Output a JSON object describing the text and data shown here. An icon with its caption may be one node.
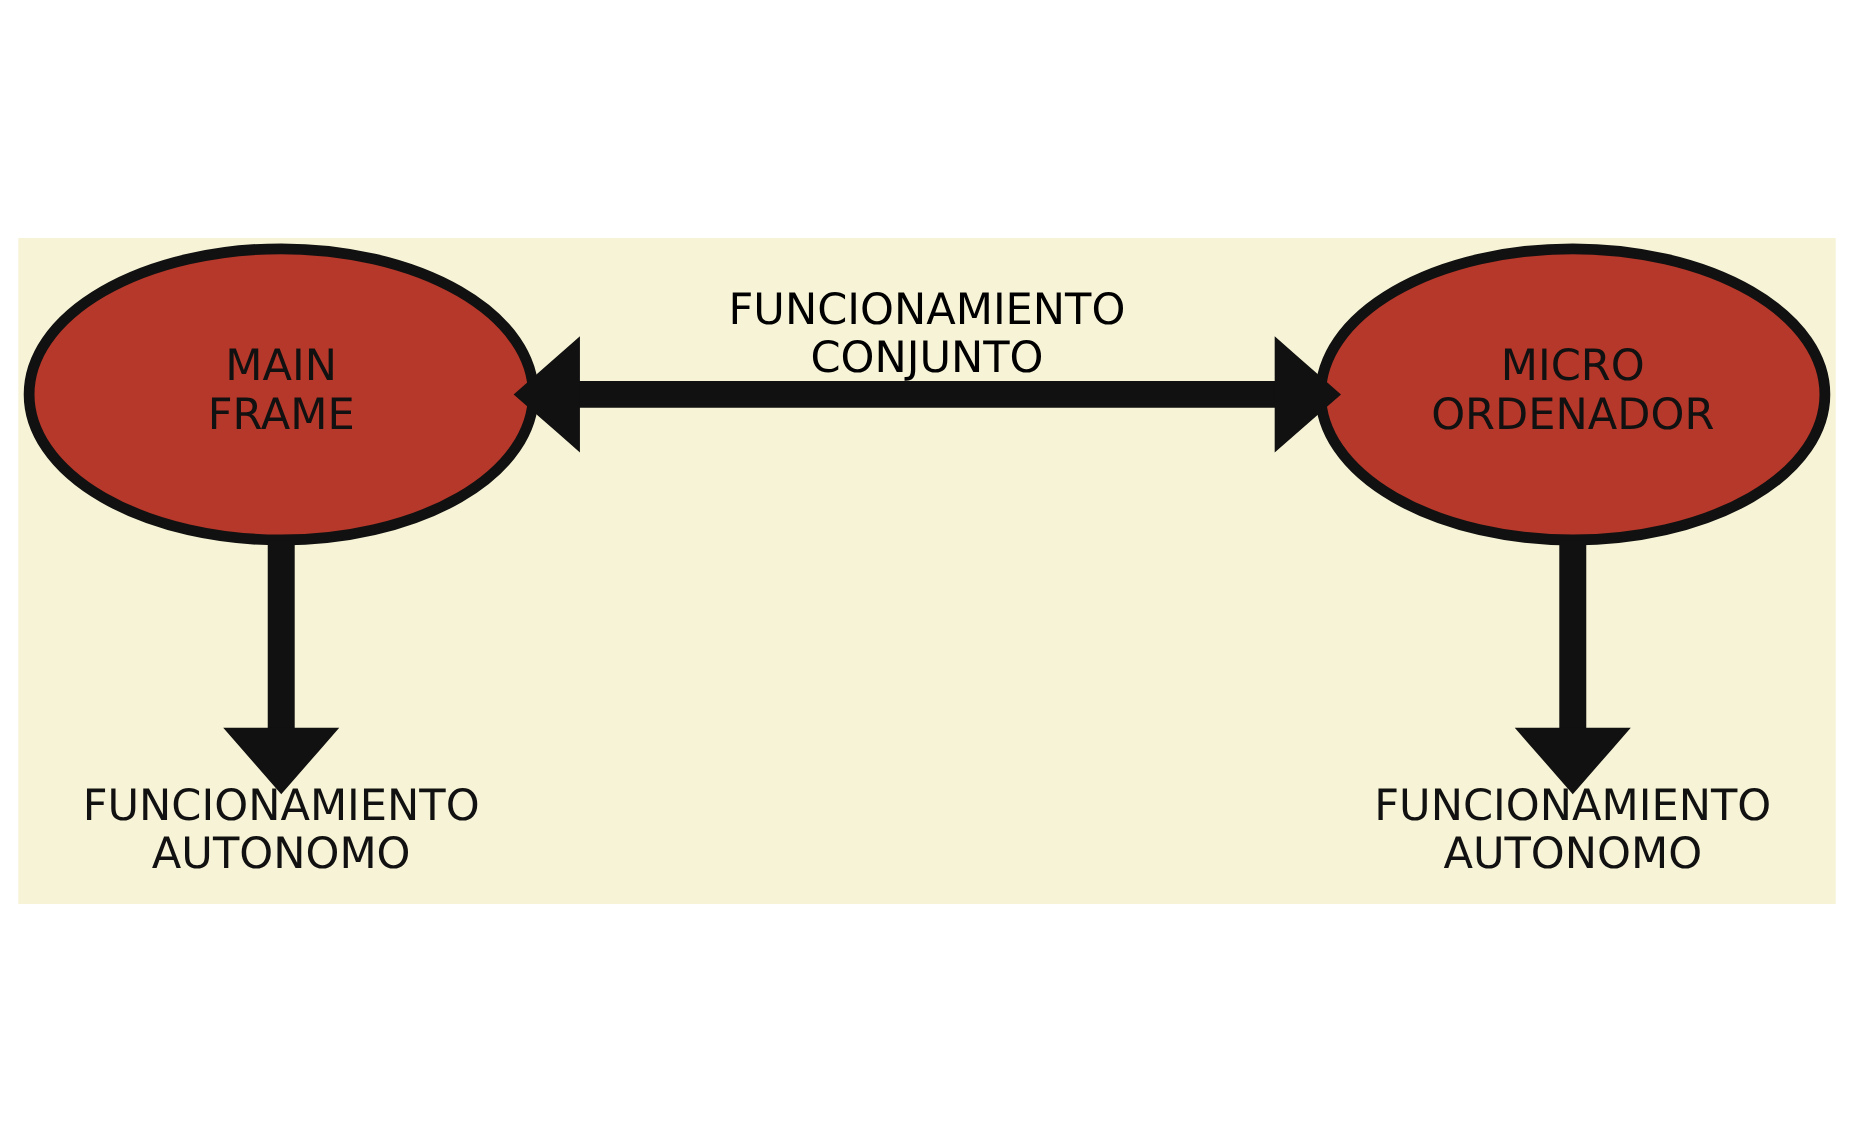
{
  "diagram": {
    "nodes": [
      {
        "text": [
          "MAIN FRAME"
        ]
      },
      {
        "text": [
          "MICRO ORDENADOR"
        ]
      },
      {
        "text": [
          "FUNCIONAMIENTO AUTONOMO"
        ]
      },
      {
        "text": [
          "FUNCIONAMIENTO AUTONOMO"
        ]
      }
    ],
    "edges": [
      {
        "from": 0,
        "to": 1,
        "arrow": "both",
        "label": "FUNCIONAMIENTO CONJUNTO"
      },
      {
        "from": 0,
        "to": 2,
        "arrow": "to"
      },
      {
        "from": 1,
        "to": 3,
        "arrow": "to"
      }
    ]
  }
}
